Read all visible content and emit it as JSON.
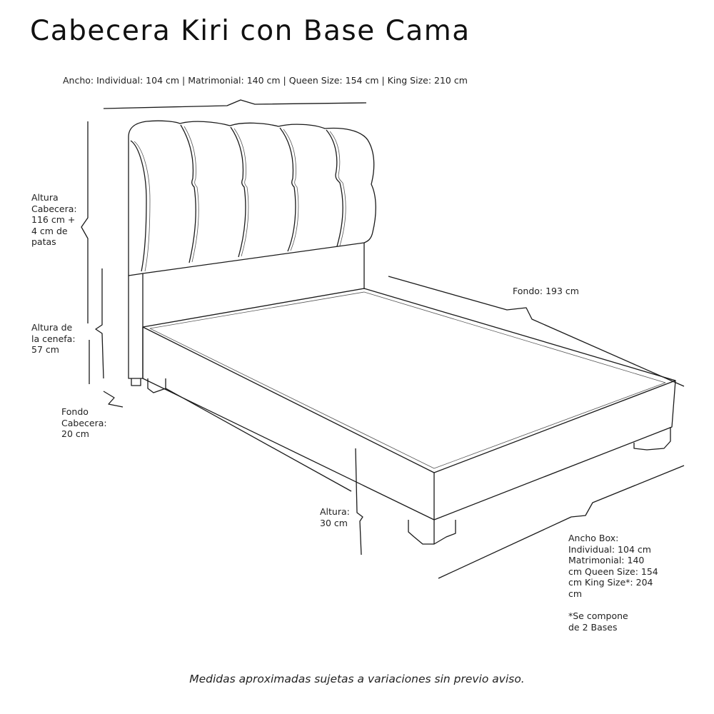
{
  "title": "Cabecera Kiri con Base Cama",
  "dimensions": {
    "ancho_top": "Ancho: Individual: 104 cm | Matrimonial: 140 cm | Queen Size: 154 cm | King Size: 210 cm",
    "altura_cabecera": "Altura\nCabecera:\n116 cm +\n4 cm de\npatas",
    "altura_cenefa": "Altura de\nla cenefa:\n57 cm",
    "fondo_cabecera": "Fondo\nCabecera:\n20 cm",
    "fondo": "Fondo: 193 cm",
    "altura": "Altura:\n30 cm",
    "ancho_box": "Ancho Box:\nIndividual: 104 cm\nMatrimonial: 140\ncm Queen Size: 154\ncm King Size*: 204\ncm",
    "note": "*Se compone\nde 2 Bases"
  },
  "footer": "Medidas aproximadas sujetas a variaciones sin previo aviso.",
  "drawing": {
    "subject": "bed-with-tufted-headboard-line-drawing",
    "stroke_color": "#1a1a1a",
    "background": "#ffffff"
  }
}
